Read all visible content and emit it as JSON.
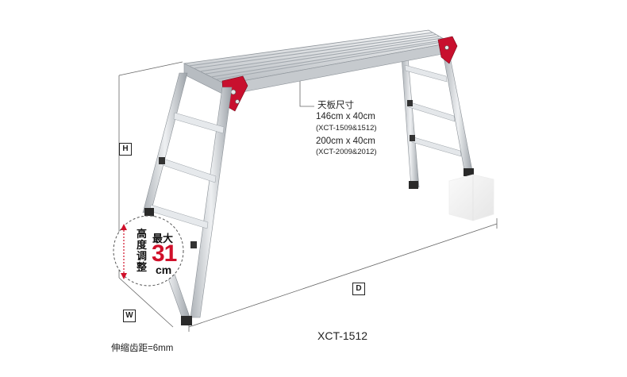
{
  "spec": {
    "title": "天板尺寸",
    "size_1": "146cm x 40cm",
    "models_1": "(XCT-1509&1512)",
    "size_2": "200cm x 40cm",
    "models_2": "(XCT-2009&2012)"
  },
  "dimensions": {
    "height_label": "H",
    "width_label": "W",
    "depth_label": "D"
  },
  "model_name": "XCT-1512",
  "adjust_note": "伸缩齿距=6mm",
  "height_badge": {
    "vertical_text": [
      "高",
      "度",
      "调",
      "整"
    ],
    "max_label": "最大",
    "value": "31",
    "unit": "cm"
  },
  "colors": {
    "aluminum": "#d4d8dc",
    "aluminum_dark": "#9aa0a6",
    "bracket_red": "#c8102e",
    "accent_red": "#d0102a",
    "line": "#555555"
  }
}
